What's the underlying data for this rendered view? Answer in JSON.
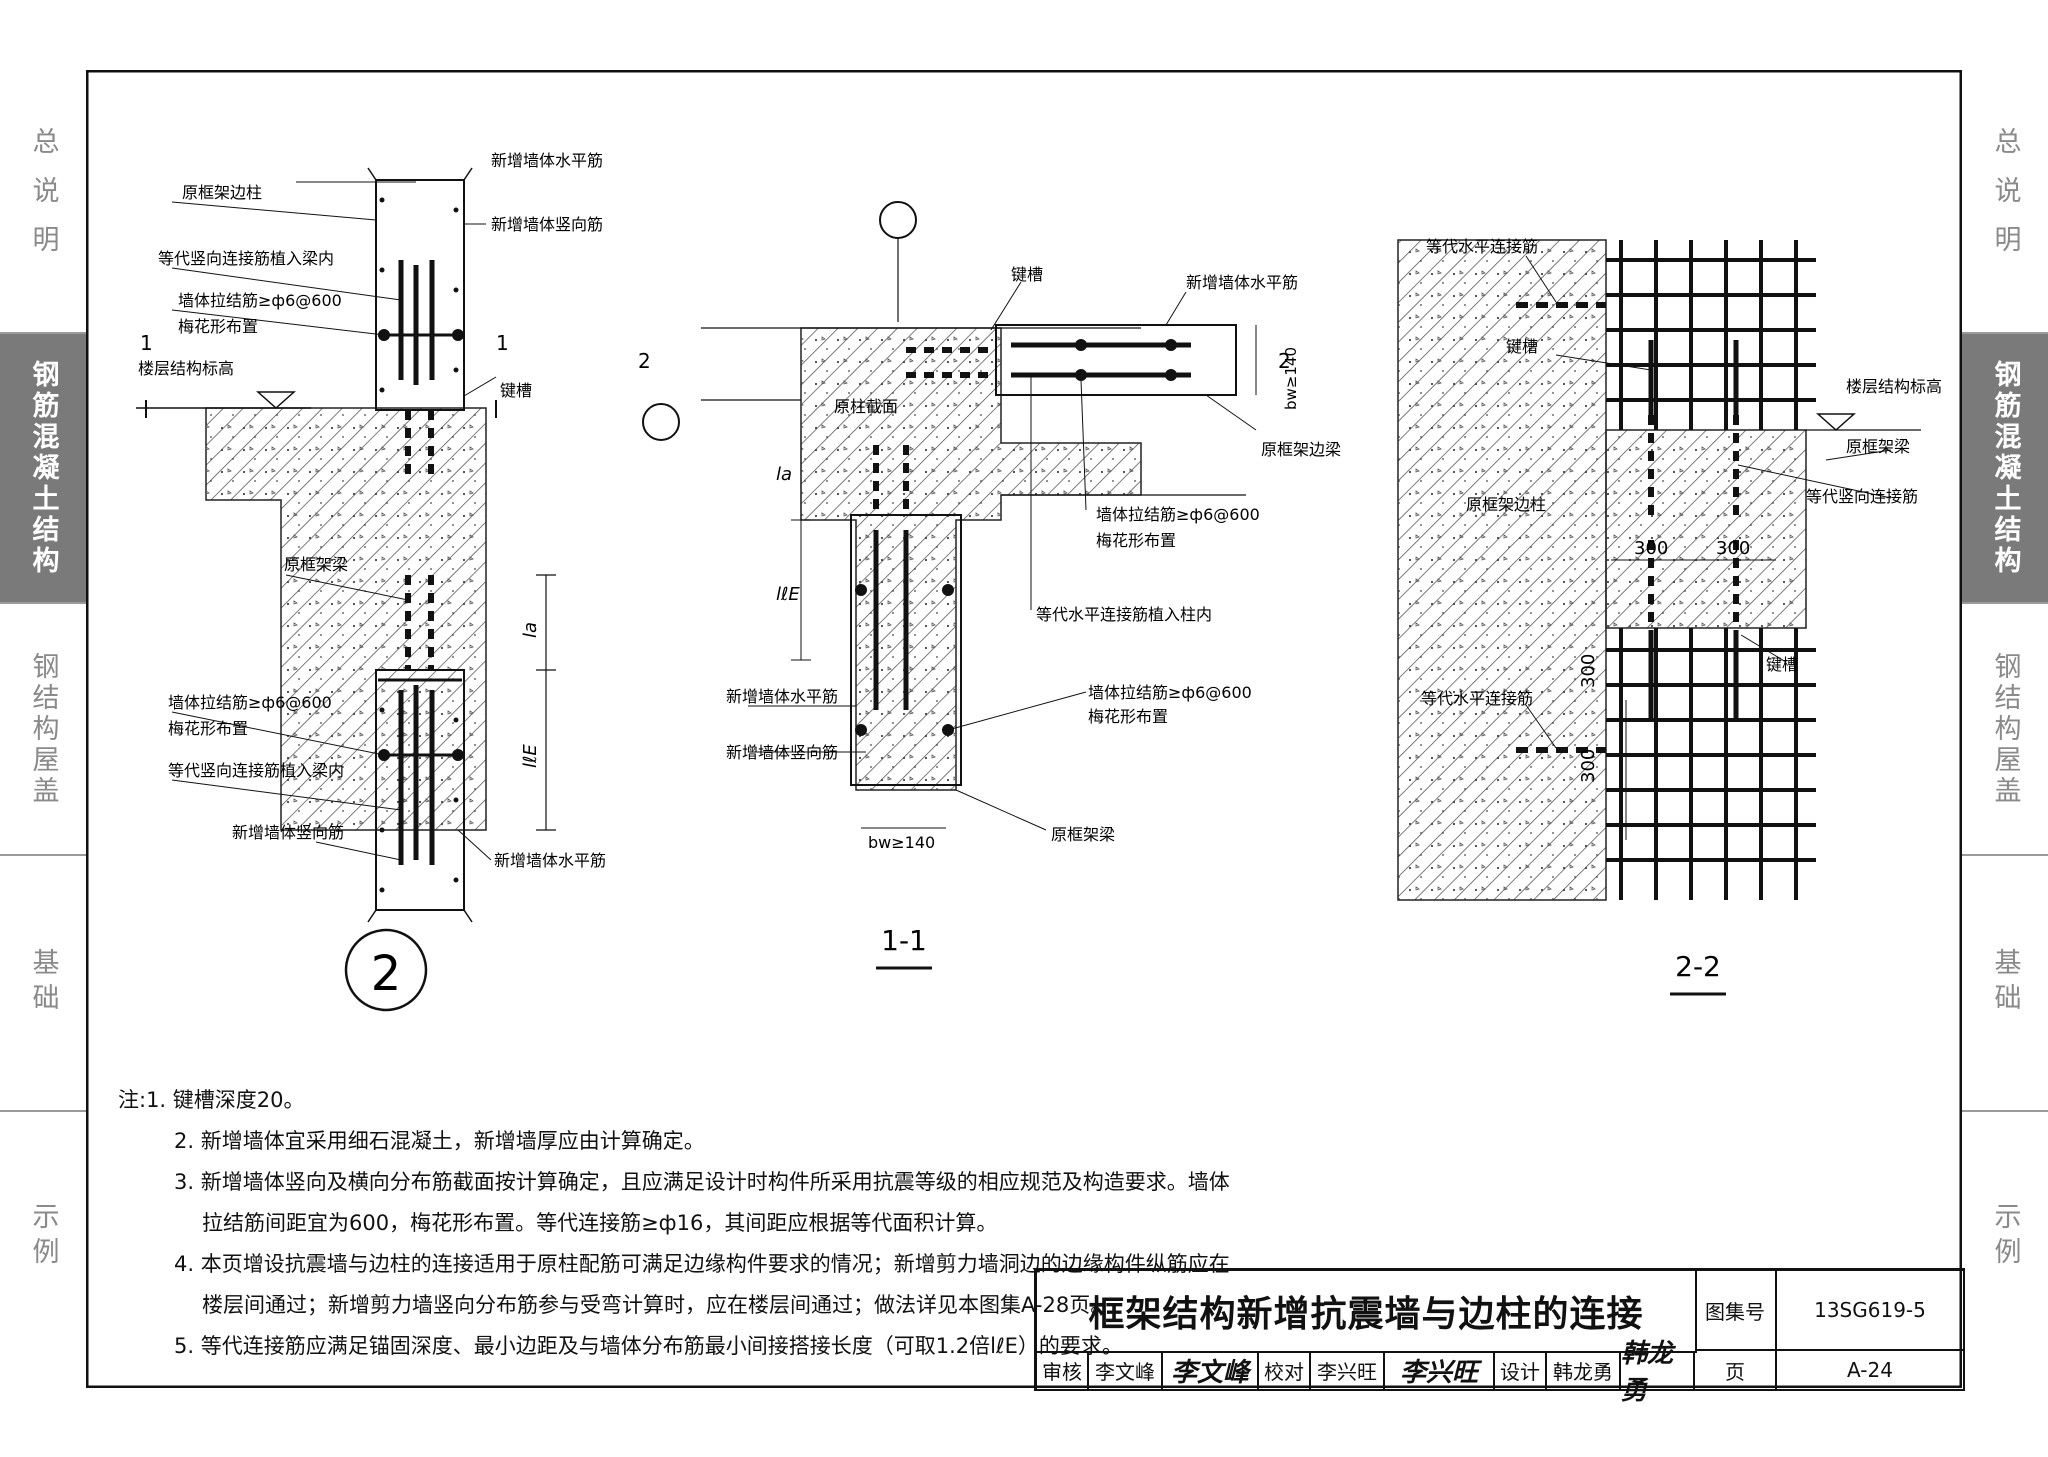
{
  "side_tabs": {
    "left": [
      {
        "label": "总说明",
        "active": false
      },
      {
        "label": "钢筋混凝土结构",
        "active": true
      },
      {
        "label": "钢结构屋盖",
        "active": false
      },
      {
        "label": "基础",
        "active": false
      },
      {
        "label": "示例",
        "active": false
      }
    ],
    "right": [
      {
        "label": "总说明",
        "active": false
      },
      {
        "label": "钢筋混凝土结构",
        "active": true
      },
      {
        "label": "钢结构屋盖",
        "active": false
      },
      {
        "label": "基础",
        "active": false
      },
      {
        "label": "示例",
        "active": false
      }
    ]
  },
  "detail2": {
    "id": "2",
    "labels": {
      "new_horiz_top": "新增墙体水平筋",
      "orig_column": "原框架边柱",
      "new_vert_top": "新增墙体竖向筋",
      "equiv_vert_top": "等代竖向连接筋植入梁内",
      "tie_top": "墙体拉结筋≥ф6@600",
      "plum_top": "梅花形布置",
      "floor_level": "楼层结构标高",
      "keyway": "键槽",
      "orig_beam": "原框架梁",
      "tie_bottom": "墙体拉结筋≥ф6@600",
      "plum_bottom": "梅花形布置",
      "equiv_vert_bottom": "等代竖向连接筋植入梁内",
      "new_vert_bottom": "新增墙体竖向筋",
      "new_horiz_bottom": "新增墙体水平筋",
      "ld": "la",
      "lle": "lℓE",
      "sec_mark": "1"
    }
  },
  "section11": {
    "title": "1-1",
    "labels": {
      "keyway": "键槽",
      "new_horiz_top": "新增墙体水平筋",
      "orig_col_section": "原柱截面",
      "ld": "la",
      "lle": "lℓE",
      "bw_right": "bw≥140",
      "orig_edge_beam": "原框架边梁",
      "tie": "墙体拉结筋≥ф6@600",
      "plum": "梅花形布置",
      "equiv_horiz": "等代水平连接筋植入柱内",
      "new_horiz_left": "新增墙体水平筋",
      "tie2": "墙体拉结筋≥ф6@600",
      "plum2": "梅花形布置",
      "new_vert_left": "新增墙体竖向筋",
      "bw_bottom": "bw≥140",
      "orig_beam": "原框架梁",
      "sec_mark": "2"
    }
  },
  "section22": {
    "title": "2-2",
    "labels": {
      "equiv_horiz_top": "等代水平连接筋",
      "keyway_top": "键槽",
      "floor_level": "楼层结构标高",
      "orig_beam": "原框架梁",
      "orig_column": "原框架边柱",
      "equiv_vert": "等代竖向连接筋",
      "dim300a": "300",
      "dim300b": "300",
      "dim300c": "300",
      "dim300d": "300",
      "keyway_bottom": "键槽",
      "equiv_horiz_bottom": "等代水平连接筋"
    }
  },
  "notes": [
    "注:1. 键槽深度20。",
    "2. 新增墙体宜采用细石混凝土，新增墙厚应由计算确定。",
    "3. 新增墙体竖向及横向分布筋截面按计算确定，且应满足设计时构件所采用抗震等级的相应规范及构造要求。墙体",
    "拉结筋间距宜为600，梅花形布置。等代连接筋≥ф16，其间距应根据等代面积计算。",
    "4. 本页增设抗震墙与边柱的连接适用于原柱配筋可满足边缘构件要求的情况；新增剪力墙洞边的边缘构件纵筋应在",
    "楼层间通过；新增剪力墙竖向分布筋参与受弯计算时，应在楼层间通过；做法详见本图集A-28页。",
    "5. 等代连接筋应满足锚固深度、最小边距及与墙体分布筋最小间接搭接长度（可取1.2倍lℓE）的要求。"
  ],
  "title_block": {
    "title": "框架结构新增抗震墙与边柱的连接",
    "atlas_label": "图集号",
    "atlas_no": "13SG619-5",
    "review_label": "审核",
    "reviewer": "李文峰",
    "reviewer_sig": "李文峰",
    "check_label": "校对",
    "checker": "李兴旺",
    "checker_sig": "李兴旺",
    "design_label": "设计",
    "designer": "韩龙勇",
    "designer_sig": "韩龙勇",
    "page_label": "页",
    "page_no": "A-24"
  }
}
